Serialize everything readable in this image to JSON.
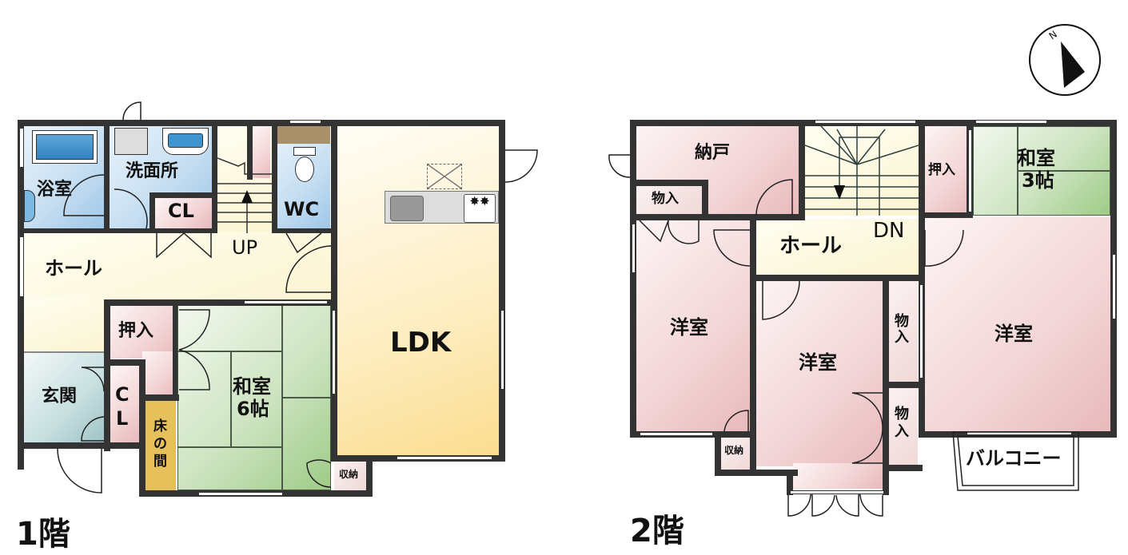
{
  "floor1": {
    "title": "1階",
    "rooms": {
      "bath": "浴室",
      "washroom": "洗面所",
      "closet_cl": "CL",
      "stairs_up": "UP",
      "wc": "WC",
      "hall": "ホール",
      "ldk": "LDK",
      "oshiire": "押入",
      "entrance": "玄関",
      "entrance_cl_c": "C",
      "entrance_cl_l": "L",
      "tokonoma_1": "床",
      "tokonoma_2": "の",
      "tokonoma_3": "間",
      "washitsu_name": "和室",
      "washitsu_size": "6帖",
      "storage": "収納"
    }
  },
  "floor2": {
    "title": "2階",
    "rooms": {
      "nando": "納戸",
      "monoire_top": "物入",
      "stairs_down": "DN",
      "hall": "ホール",
      "oshiire": "押入",
      "washitsu_name": "和室",
      "washitsu_size": "3帖",
      "western_left": "洋室",
      "western_center": "洋室",
      "western_right": "洋室",
      "monoire_v1_a": "物",
      "monoire_v1_b": "入",
      "monoire_v2_a": "物",
      "monoire_v2_b": "入",
      "storage": "収納",
      "balcony": "バルコニー"
    }
  },
  "compass": {
    "label": "N"
  },
  "colors": {
    "wall": "#333333",
    "wet_area": "#c7dff2",
    "hall": "#fbf5d2",
    "ldk": "#fdedc0",
    "storage_pink": "#f3d5d6",
    "tatami_green": "#cde4c1",
    "entrance_teal": "#c7dfe0",
    "tokonoma_gold": "#e6c15b"
  }
}
